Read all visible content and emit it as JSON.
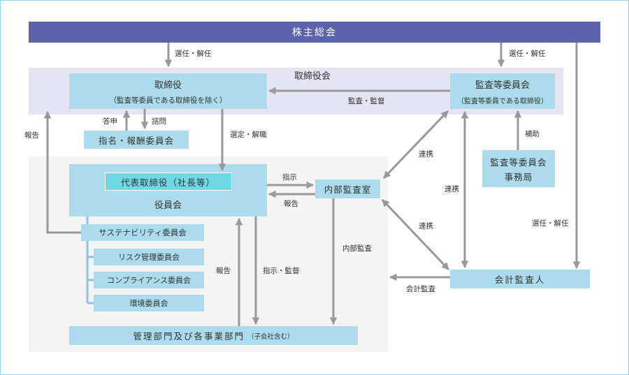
{
  "nodes": {
    "shareholders": "株主総会",
    "board_group": "取締役会",
    "directors_title": "取締役",
    "directors_sub": "（監査等委員である取締役を除く）",
    "audit_committee_title": "監査等委員会",
    "audit_committee_sub": "（監査等委員である取締役）",
    "nomination_committee": "指名・報酬委員会",
    "audit_office_l1": "監査等委員会",
    "audit_office_l2": "事務局",
    "ceo": "代表取締役（社長等）",
    "officers": "役員会",
    "internal_audit": "内部監査室",
    "sustainability": "サステナビリティ委員会",
    "risk": "リスク管理委員会",
    "compliance": "コンプライアンス委員会",
    "environment": "環境委員会",
    "accounting_auditor": "会計監査人",
    "departments_main": "管理部門及び各事業部門",
    "departments_sub": "（子会社含む）"
  },
  "labels": {
    "elect_dismiss_left": "選任・解任",
    "elect_dismiss_right": "選任・解任",
    "elect_dismiss_auditor": "選任・解任",
    "audit_supervise": "監査・監督",
    "report_answer": "答申",
    "consult": "諮問",
    "report_left": "報告",
    "select_dismiss": "選定・解職",
    "assist": "補助",
    "coop_top": "連携",
    "coop_mid": "連携",
    "coop_bottom": "連携",
    "instruct": "指示",
    "report_ia": "報告",
    "internal_audit_label": "内部監査",
    "report_dept": "報告",
    "instruct_supervise": "指示・監督",
    "accounting_audit": "会計監査"
  },
  "colors": {
    "shareholders_bg": "#5b64ad",
    "board_bg": "#e4e4f2",
    "exec_area_bg": "#f4f4f4",
    "box_bg": "#abdbec",
    "ceo_bg": "#6fd8e6",
    "arrow": "#999999",
    "tree_line": "#8fc3e3"
  }
}
